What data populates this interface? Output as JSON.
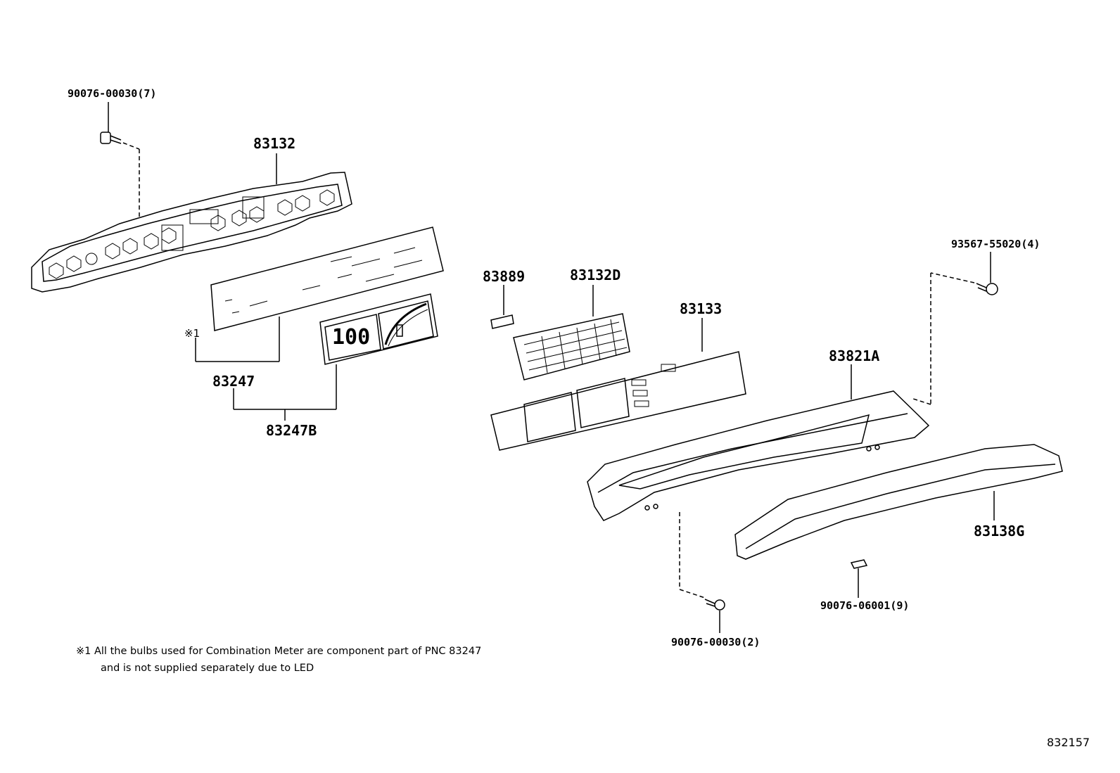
{
  "labels": {
    "screw_top_left": "90076-00030(7)",
    "housing": "83132",
    "circuit_board": "83247",
    "note_mark": "※1",
    "dial_plate": "83247B",
    "display_plate": "100",
    "part_83889": "83889",
    "holder_83132D": "83132D",
    "panel_83133": "83133",
    "lens_83821A": "83821A",
    "screw_top_right": "93567-55020(4)",
    "cover_83138G": "83138G",
    "clip_bottom": "90076-06001(9)",
    "screw_bottom": "90076-00030(2)"
  },
  "footnote": {
    "line1": "※1 All the bulbs used for Combination Meter are component part of PNC 83247",
    "line2": "and is not supplied separately due to LED"
  },
  "diagram_id": "832157"
}
